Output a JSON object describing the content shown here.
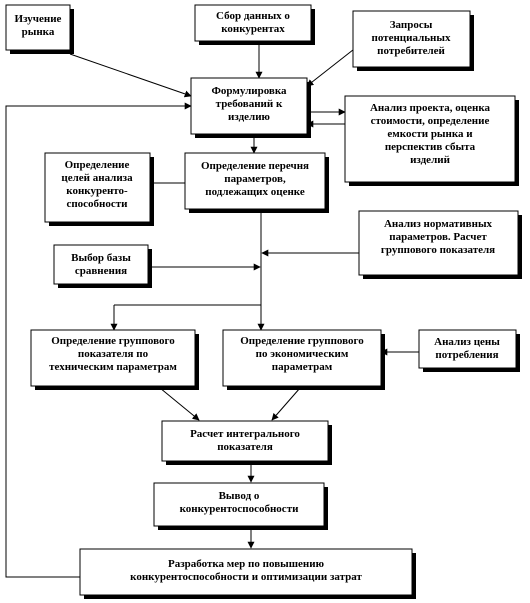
{
  "nodes": [
    {
      "id": "market-study",
      "lines": [
        "Изучение",
        "рынка"
      ]
    },
    {
      "id": "competitor-data",
      "lines": [
        "Сбор данных о",
        "конкурентах"
      ]
    },
    {
      "id": "consumer-requests",
      "lines": [
        "Запросы",
        "потенциальных",
        "потребителей"
      ]
    },
    {
      "id": "requirements",
      "lines": [
        "Формулировка",
        "требований к",
        "изделию"
      ]
    },
    {
      "id": "project-analysis",
      "lines": [
        "Анализ проекта, оценка",
        "стоимости, определение",
        "емкости рынка и",
        "перспектив сбыта",
        "изделий"
      ]
    },
    {
      "id": "analysis-goals",
      "lines": [
        "Определение",
        "целей анализа",
        "конкуренто-",
        "способности"
      ]
    },
    {
      "id": "param-list",
      "lines": [
        "Определение перечня",
        "параметров,",
        "подлежащих оценке"
      ]
    },
    {
      "id": "normative-params",
      "lines": [
        "Анализ нормативных",
        "параметров. Расчет",
        "группового показателя"
      ]
    },
    {
      "id": "comparison-base",
      "lines": [
        "Выбор базы",
        "сравнения"
      ]
    },
    {
      "id": "tech-group",
      "lines": [
        "Определение группового",
        "показателя по",
        "техническим параметрам"
      ]
    },
    {
      "id": "econ-group",
      "lines": [
        "Определение группового",
        "по экономическим",
        "параметрам"
      ]
    },
    {
      "id": "price-analysis",
      "lines": [
        "Анализ цены",
        "потребления"
      ]
    },
    {
      "id": "integral",
      "lines": [
        "Расчет интегрального",
        "показателя"
      ]
    },
    {
      "id": "conclusion",
      "lines": [
        "Вывод о",
        "конкурентоспособности"
      ]
    },
    {
      "id": "measures",
      "lines": [
        "Разработка мер по повышению",
        "конкурентоспособности и оптимизации затрат"
      ]
    }
  ]
}
